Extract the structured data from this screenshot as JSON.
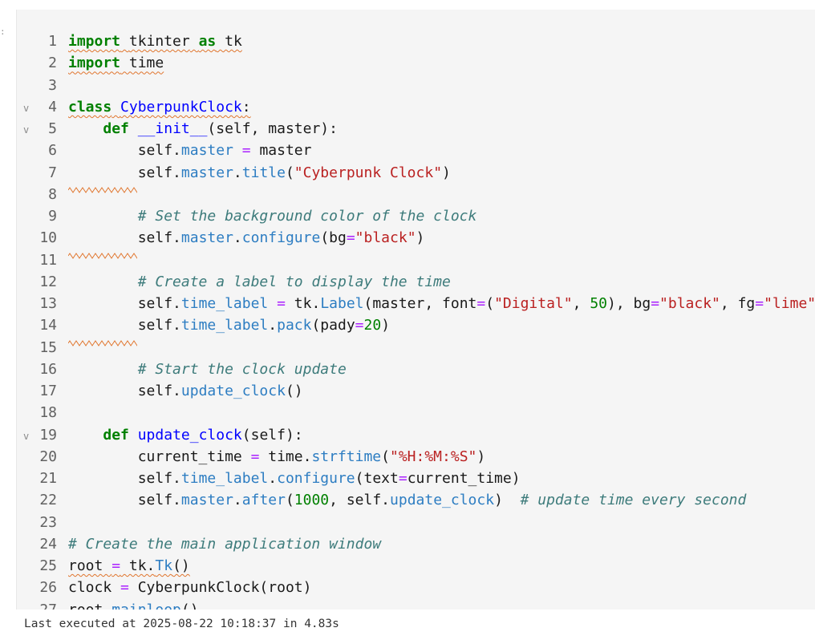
{
  "cell": {
    "prompt": ":",
    "lines": [
      {
        "n": "1",
        "fold": false,
        "tokens": [
          [
            "kw",
            "import"
          ],
          [
            "p",
            " "
          ],
          [
            "p",
            "tkinter"
          ],
          [
            "p",
            " "
          ],
          [
            "kw",
            "as"
          ],
          [
            "p",
            " tk"
          ]
        ],
        "squiggle": "all"
      },
      {
        "n": "2",
        "fold": false,
        "tokens": [
          [
            "kw",
            "import"
          ],
          [
            "p",
            " time"
          ]
        ],
        "squiggle": "all"
      },
      {
        "n": "3",
        "fold": false,
        "tokens": []
      },
      {
        "n": "4",
        "fold": true,
        "tokens": [
          [
            "kw",
            "class"
          ],
          [
            "p",
            " "
          ],
          [
            "cls",
            "CyberpunkClock"
          ],
          [
            "p",
            ":"
          ]
        ],
        "squiggle": "all"
      },
      {
        "n": "5",
        "fold": true,
        "tokens": [
          [
            "p",
            "    "
          ],
          [
            "kw",
            "def"
          ],
          [
            "p",
            " "
          ],
          [
            "fn",
            "__init__"
          ],
          [
            "p",
            "(self, master):"
          ]
        ]
      },
      {
        "n": "6",
        "fold": false,
        "tokens": [
          [
            "p",
            "        self."
          ],
          [
            "attr",
            "master"
          ],
          [
            "p",
            " "
          ],
          [
            "op",
            "="
          ],
          [
            "p",
            " master"
          ]
        ]
      },
      {
        "n": "7",
        "fold": false,
        "tokens": [
          [
            "p",
            "        self."
          ],
          [
            "attr",
            "master"
          ],
          [
            "p",
            "."
          ],
          [
            "attr",
            "title"
          ],
          [
            "p",
            "("
          ],
          [
            "str",
            "\"Cyberpunk Clock\""
          ],
          [
            "p",
            ")"
          ]
        ]
      },
      {
        "n": "8",
        "fold": false,
        "tokens": [],
        "blank_squiggle": true
      },
      {
        "n": "9",
        "fold": false,
        "tokens": [
          [
            "p",
            "        "
          ],
          [
            "cm",
            "# Set the background color of the clock"
          ]
        ]
      },
      {
        "n": "10",
        "fold": false,
        "tokens": [
          [
            "p",
            "        self."
          ],
          [
            "attr",
            "master"
          ],
          [
            "p",
            "."
          ],
          [
            "attr",
            "configure"
          ],
          [
            "p",
            "(bg"
          ],
          [
            "op",
            "="
          ],
          [
            "str",
            "\"black\""
          ],
          [
            "p",
            ")"
          ]
        ]
      },
      {
        "n": "11",
        "fold": false,
        "tokens": [],
        "blank_squiggle": true
      },
      {
        "n": "12",
        "fold": false,
        "tokens": [
          [
            "p",
            "        "
          ],
          [
            "cm",
            "# Create a label to display the time"
          ]
        ]
      },
      {
        "n": "13",
        "fold": false,
        "tokens": [
          [
            "p",
            "        self."
          ],
          [
            "attr",
            "time_label"
          ],
          [
            "p",
            " "
          ],
          [
            "op",
            "="
          ],
          [
            "p",
            " tk."
          ],
          [
            "attr",
            "Label"
          ],
          [
            "p",
            "(master, font"
          ],
          [
            "op",
            "="
          ],
          [
            "p",
            "("
          ],
          [
            "str",
            "\"Digital\""
          ],
          [
            "p",
            ", "
          ],
          [
            "num",
            "50"
          ],
          [
            "p",
            "), bg"
          ],
          [
            "op",
            "="
          ],
          [
            "str",
            "\"black\""
          ],
          [
            "p",
            ", fg"
          ],
          [
            "op",
            "="
          ],
          [
            "str",
            "\"lime\""
          ],
          [
            "p",
            ")"
          ]
        ]
      },
      {
        "n": "14",
        "fold": false,
        "tokens": [
          [
            "p",
            "        self."
          ],
          [
            "attr",
            "time_label"
          ],
          [
            "p",
            "."
          ],
          [
            "attr",
            "pack"
          ],
          [
            "p",
            "(pady"
          ],
          [
            "op",
            "="
          ],
          [
            "num",
            "20"
          ],
          [
            "p",
            ")"
          ]
        ]
      },
      {
        "n": "15",
        "fold": false,
        "tokens": [],
        "blank_squiggle": true
      },
      {
        "n": "16",
        "fold": false,
        "tokens": [
          [
            "p",
            "        "
          ],
          [
            "cm",
            "# Start the clock update"
          ]
        ]
      },
      {
        "n": "17",
        "fold": false,
        "tokens": [
          [
            "p",
            "        self."
          ],
          [
            "attr",
            "update_clock"
          ],
          [
            "p",
            "()"
          ]
        ]
      },
      {
        "n": "18",
        "fold": false,
        "tokens": []
      },
      {
        "n": "19",
        "fold": true,
        "tokens": [
          [
            "p",
            "    "
          ],
          [
            "kw",
            "def"
          ],
          [
            "p",
            " "
          ],
          [
            "fn",
            "update_clock"
          ],
          [
            "p",
            "(self):"
          ]
        ]
      },
      {
        "n": "20",
        "fold": false,
        "tokens": [
          [
            "p",
            "        current_time "
          ],
          [
            "op",
            "="
          ],
          [
            "p",
            " time."
          ],
          [
            "attr",
            "strftime"
          ],
          [
            "p",
            "("
          ],
          [
            "str",
            "\"%H:%M:%S\""
          ],
          [
            "p",
            ")"
          ]
        ]
      },
      {
        "n": "21",
        "fold": false,
        "tokens": [
          [
            "p",
            "        self."
          ],
          [
            "attr",
            "time_label"
          ],
          [
            "p",
            "."
          ],
          [
            "attr",
            "configure"
          ],
          [
            "p",
            "(text"
          ],
          [
            "op",
            "="
          ],
          [
            "p",
            "current_time)"
          ]
        ]
      },
      {
        "n": "22",
        "fold": false,
        "tokens": [
          [
            "p",
            "        self."
          ],
          [
            "attr",
            "master"
          ],
          [
            "p",
            "."
          ],
          [
            "attr",
            "after"
          ],
          [
            "p",
            "("
          ],
          [
            "num",
            "1000"
          ],
          [
            "p",
            ", self."
          ],
          [
            "attr",
            "update_clock"
          ],
          [
            "p",
            ")  "
          ],
          [
            "cm",
            "# update time every second"
          ]
        ]
      },
      {
        "n": "23",
        "fold": false,
        "tokens": []
      },
      {
        "n": "24",
        "fold": false,
        "tokens": [
          [
            "cm",
            "# Create the main application window"
          ]
        ]
      },
      {
        "n": "25",
        "fold": false,
        "tokens": [
          [
            "p",
            "root "
          ],
          [
            "op",
            "="
          ],
          [
            "p",
            " tk."
          ],
          [
            "attr",
            "Tk"
          ],
          [
            "p",
            "()"
          ]
        ],
        "squiggle": "all"
      },
      {
        "n": "26",
        "fold": false,
        "tokens": [
          [
            "p",
            "clock "
          ],
          [
            "op",
            "="
          ],
          [
            "p",
            " CyberpunkClock(root)"
          ]
        ]
      },
      {
        "n": "27",
        "fold": false,
        "tokens": [
          [
            "p",
            "root."
          ],
          [
            "attr",
            "mainloop"
          ],
          [
            "p",
            "()"
          ]
        ]
      }
    ]
  },
  "status": {
    "text": "Last executed at 2025-08-22 10:18:37 in 4.83s"
  }
}
